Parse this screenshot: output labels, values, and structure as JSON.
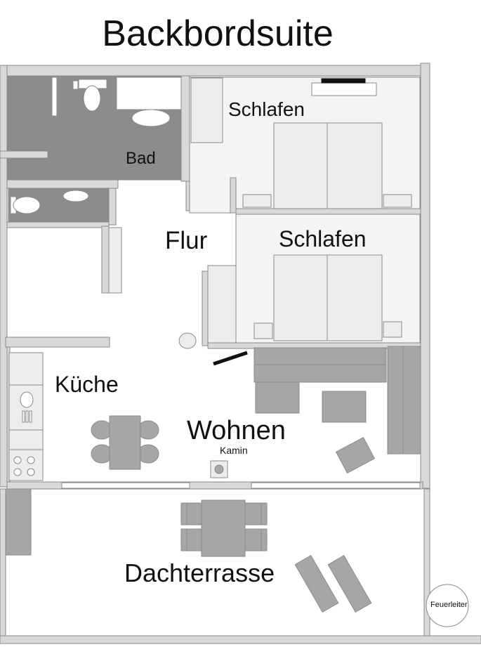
{
  "title": "Backbordsuite",
  "rooms": {
    "bad": "Bad",
    "schlafen_1": "Schlafen",
    "schlafen_2": "Schlafen",
    "flur": "Flur",
    "kueche": "Küche",
    "wohnen": "Wohnen",
    "kamin": "Kamin",
    "dachterrasse": "Dachterrasse",
    "feuerleiter": "Feuerleiter"
  },
  "colors": {
    "wall": "#d9d9d9",
    "wall_stroke": "#8a8a8a",
    "bath_fill": "#8c8c8c",
    "bedroom_fill": "#f4f4f4",
    "furniture_gray": "#a6a6a6",
    "furniture_light": "#ededed",
    "text": "#111111"
  }
}
